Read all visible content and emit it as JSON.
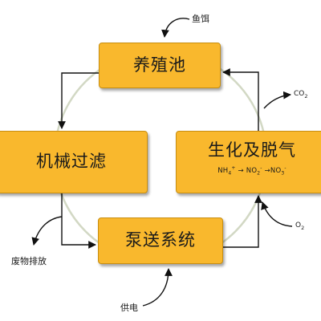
{
  "boxes": {
    "pond": "养殖池",
    "filter": "机械过滤",
    "bio": "生化及脱气",
    "pump": "泵送系统"
  },
  "formula": {
    "nh": "NH",
    "nh_sub": "4",
    "nh_sup": "+",
    "arrow1": " → ",
    "no2": "NO",
    "no2_sub": "2",
    "no2_sup": "-",
    "arrow2": " →",
    "no3": "NO",
    "no3_sub": "3",
    "no3_sup": "-"
  },
  "labels": {
    "feed": "鱼饵",
    "waste": "废物排放",
    "power": "供电",
    "co2_main": "CO",
    "co2_sub": "2",
    "o2_main": "O",
    "o2_sub": "2"
  },
  "colors": {
    "box_fill": "#F9B82D",
    "ring": "#D2D8C4",
    "arrow": "#111111"
  }
}
